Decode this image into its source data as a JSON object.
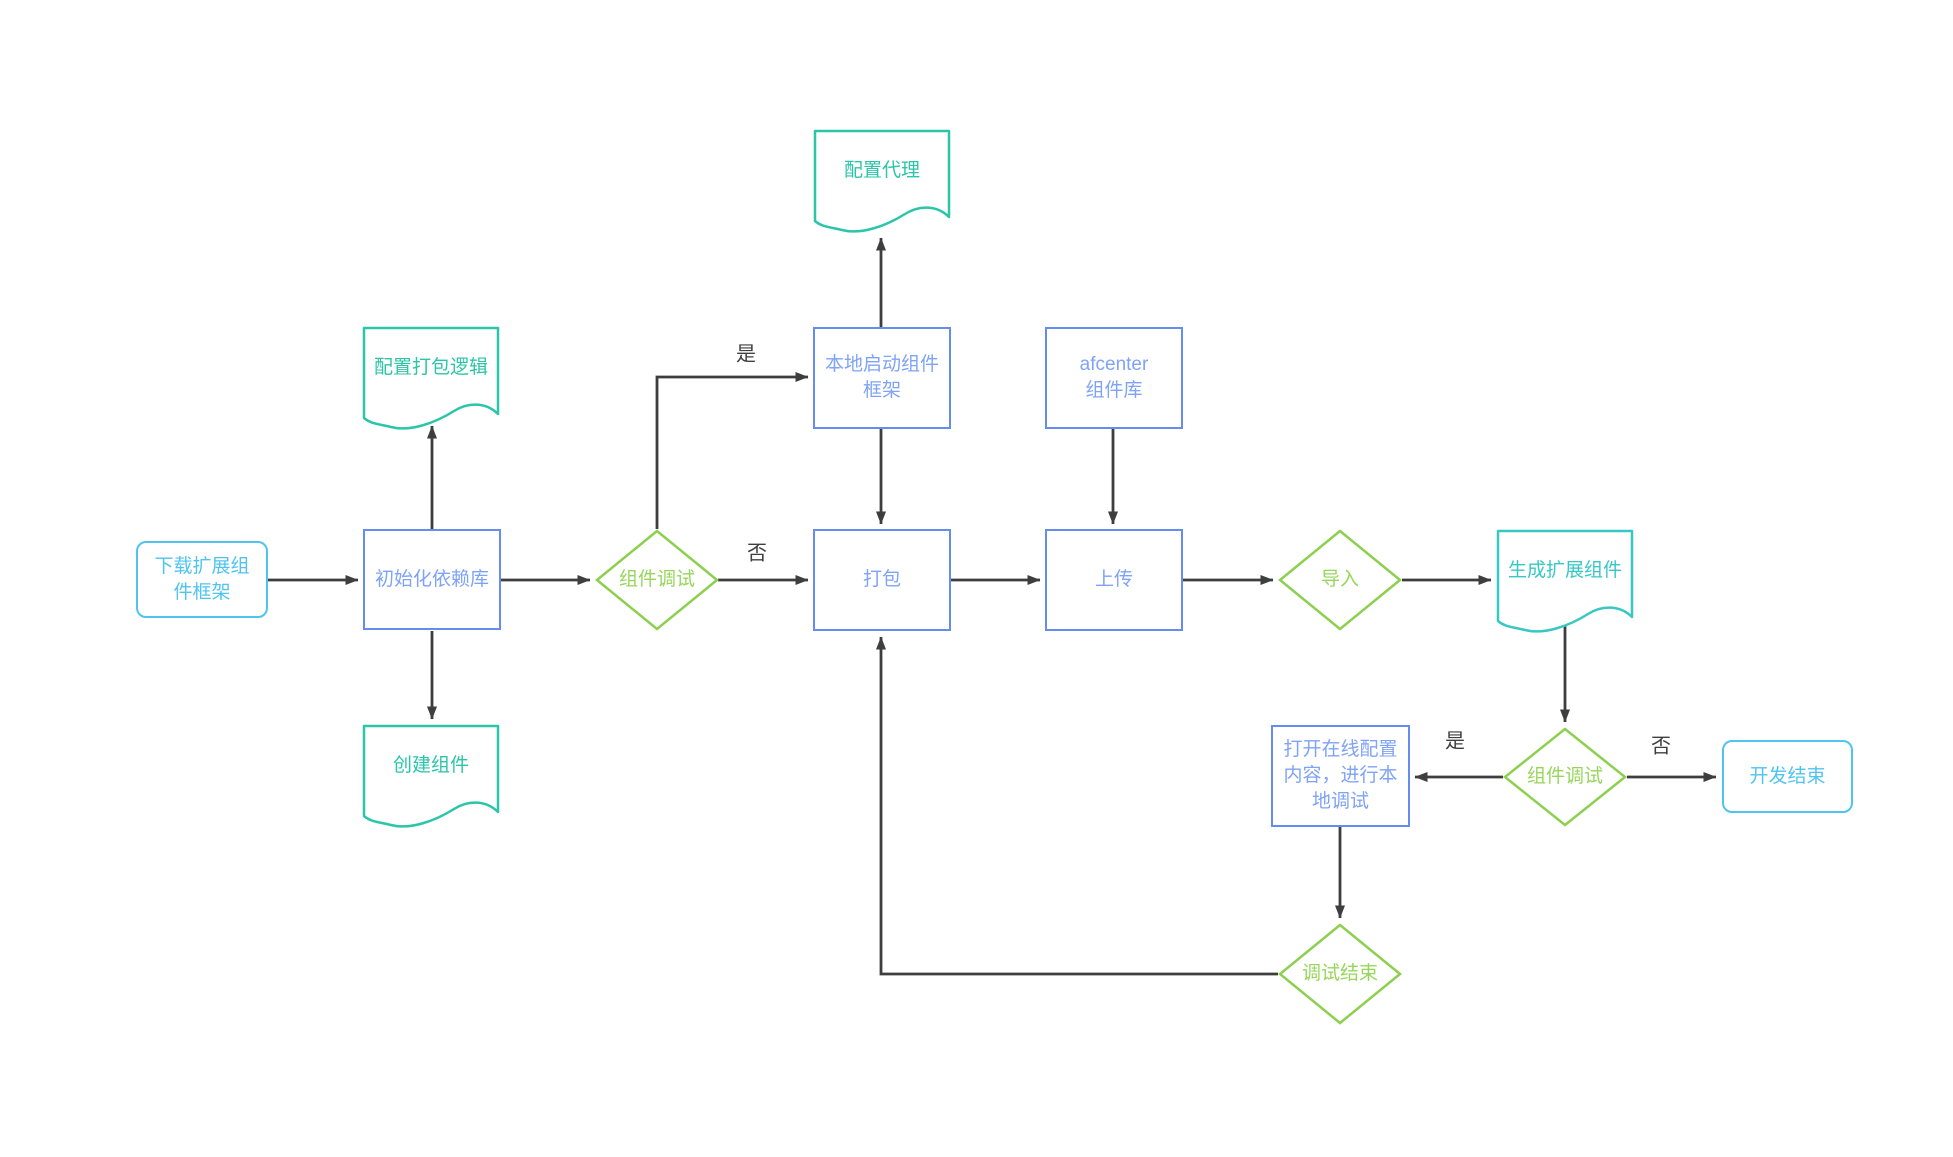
{
  "diagram": {
    "type": "flowchart",
    "nodes": {
      "start": {
        "label": "下载扩展组\n件框架",
        "shape": "terminal"
      },
      "init": {
        "label": "初始化依赖库",
        "shape": "process"
      },
      "doc_pack_logic": {
        "label": "配置打包逻辑",
        "shape": "document"
      },
      "doc_create": {
        "label": "创建组件",
        "shape": "document"
      },
      "decision_debug1": {
        "label": "组件调试",
        "shape": "decision"
      },
      "local_start": {
        "label": "本地启动组件\n框架",
        "shape": "process"
      },
      "doc_proxy": {
        "label": "配置代理",
        "shape": "document"
      },
      "pack": {
        "label": "打包",
        "shape": "process"
      },
      "afcenter": {
        "label": "afcenter\n组件库",
        "shape": "process"
      },
      "upload": {
        "label": "上传",
        "shape": "process"
      },
      "decision_import": {
        "label": "导入",
        "shape": "decision"
      },
      "doc_generate": {
        "label": "生成扩展组件",
        "shape": "document"
      },
      "decision_debug2": {
        "label": "组件调试",
        "shape": "decision"
      },
      "online_config": {
        "label": "打开在线配置\n内容，进行本\n地调试",
        "shape": "process"
      },
      "dev_end": {
        "label": "开发结束",
        "shape": "terminal"
      },
      "decision_debug_end": {
        "label": "调试结束",
        "shape": "decision"
      }
    },
    "edge_labels": {
      "yes1": "是",
      "no1": "否",
      "yes2": "是",
      "no2": "否"
    },
    "colors": {
      "process_border": "#678CEF",
      "process_text": "#7FA3F7",
      "terminal": "#4FC4F0",
      "document": "#2BC5A8",
      "document_alt": "#38C8C4",
      "decision": "#8DD04F",
      "decision_text": "#97D65A",
      "connector": "#3E3E3E"
    }
  }
}
